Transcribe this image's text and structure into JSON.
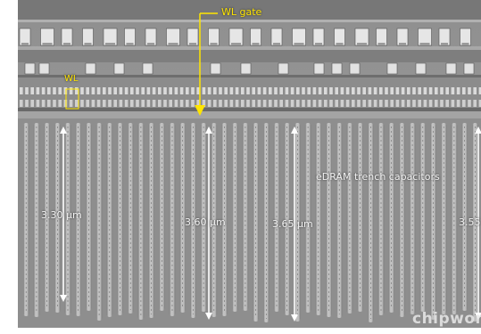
{
  "labels": {
    "wl_gate": "WL gate",
    "wl": "WL",
    "dimension_1": "3.30 µm",
    "dimension_2": "3.60 µm",
    "dimension_3": "3.65 µm",
    "dimension_4": "3.55",
    "capacitors": "eDRAM trench capacitors"
  },
  "watermark": "chipworks",
  "colors": {
    "annotation_yellow": "#ffe500",
    "annotation_white": "#f2f2f2",
    "sem_background": "#9a9a9a",
    "trench": "#b8b8b8"
  }
}
